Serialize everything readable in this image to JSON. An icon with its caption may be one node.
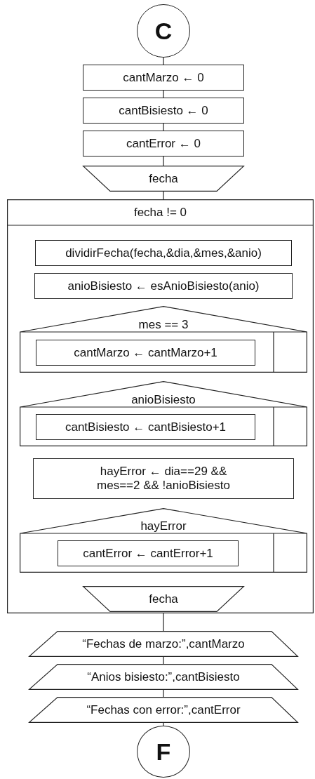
{
  "diagram": {
    "nodes": [
      {
        "text": [
          "C"
        ]
      },
      {
        "text": [
          "cantMarzo ← 0"
        ]
      },
      {
        "text": [
          "cantBisiesto ← 0"
        ]
      },
      {
        "text": [
          "cantError ← 0"
        ]
      },
      {
        "text": [
          "fecha"
        ]
      },
      {
        "text": [
          "fecha != 0"
        ]
      },
      {
        "text": [
          "dividirFecha(fecha,&dia,&mes,&anio)"
        ],
        "in": 5
      },
      {
        "text": [
          "anioBisiesto ← esAnioBisiesto(anio)"
        ],
        "in": 5
      },
      {
        "text": [
          "mes == 3"
        ],
        "in": 5
      },
      {
        "text": [
          "cantMarzo ← cantMarzo+1"
        ],
        "in": 8
      },
      {
        "text": [
          "anioBisiesto"
        ],
        "in": 5
      },
      {
        "text": [
          "cantBisiesto ← cantBisiesto+1"
        ],
        "in": 10
      },
      {
        "text": [
          "hayError ← dia==29 && mes==2 && !anioBisiesto"
        ],
        "in": 5
      },
      {
        "text": [
          "hayError"
        ],
        "in": 5
      },
      {
        "text": [
          "cantError ← cantError+1"
        ],
        "in": 13
      },
      {
        "text": [
          "fecha"
        ],
        "in": 5
      },
      {
        "text": [
          "“Fechas de marzo:”,cantMarzo"
        ]
      },
      {
        "text": [
          "“Anios bisiesto:”,cantBisiesto"
        ]
      },
      {
        "text": [
          "“Fechas con error:”,cantError"
        ]
      },
      {
        "text": [
          "F"
        ]
      }
    ],
    "edges": [
      {
        "from": 0,
        "to": 1,
        "arrow": "none"
      },
      {
        "from": 1,
        "to": 2,
        "arrow": "none"
      },
      {
        "from": 2,
        "to": 3,
        "arrow": "none"
      },
      {
        "from": 3,
        "to": 4,
        "arrow": "none"
      },
      {
        "from": 4,
        "to": 5,
        "arrow": "none"
      },
      {
        "from": 5,
        "to": 16,
        "arrow": "none"
      },
      {
        "from": 16,
        "to": 17,
        "arrow": "none"
      },
      {
        "from": 17,
        "to": 18,
        "arrow": "none"
      },
      {
        "from": 18,
        "to": 19,
        "arrow": "none"
      }
    ]
  }
}
